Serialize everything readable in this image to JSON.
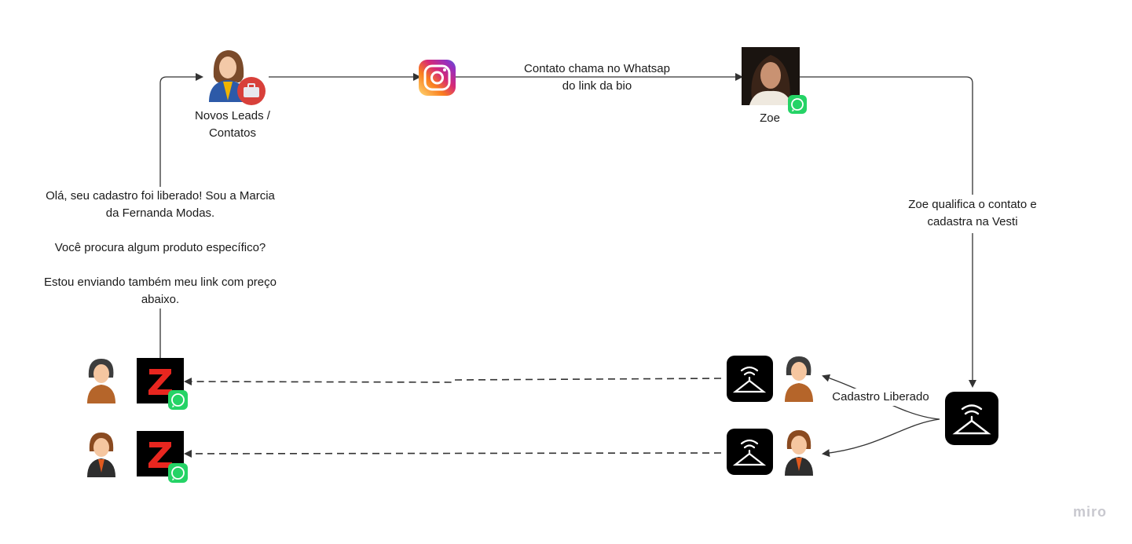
{
  "nodes": {
    "leads": {
      "label": "Novos Leads /\nContatos",
      "icon": "businesswoman-briefcase-icon"
    },
    "instagram": {
      "icon": "instagram-icon",
      "color": "#d62976"
    },
    "zoe": {
      "label": "Zoe",
      "icon": "woman-photo-avatar",
      "badge": "whatsapp-icon"
    },
    "vesti_main": {
      "icon": "vesti-hanger-icon"
    },
    "vesti_row1": {
      "icon": "vesti-hanger-icon"
    },
    "vesti_row2": {
      "icon": "vesti-hanger-icon"
    },
    "client1": {
      "icon": "woman-avatar-icon"
    },
    "client2": {
      "icon": "woman-suit-avatar-icon"
    },
    "store1": {
      "logo_letter": "Z",
      "badge": "whatsapp-icon"
    },
    "store2": {
      "logo_letter": "Z",
      "badge": "whatsapp-icon"
    },
    "seller1": {
      "icon": "woman-avatar-icon"
    },
    "seller2": {
      "icon": "woman-suit-avatar-icon"
    }
  },
  "edges": {
    "instagram_to_zoe": "Contato chama no Whatsap\ndo link da bio",
    "zoe_to_vesti": "Zoe qualifica o contato e\ncadastra na Vesti",
    "vesti_to_clients": "Cadastro Liberado",
    "store_to_leads": "Olá, seu cadastro foi liberado! Sou a Marcia\nda Fernanda Modas.\n\nVocê procura algum produto específico?\n\nEstou enviando também meu link com preço\nabaixo."
  },
  "colors": {
    "whatsapp": "#25d366",
    "logo_red": "#e8261f",
    "line": "#333333"
  },
  "brand": "miro"
}
